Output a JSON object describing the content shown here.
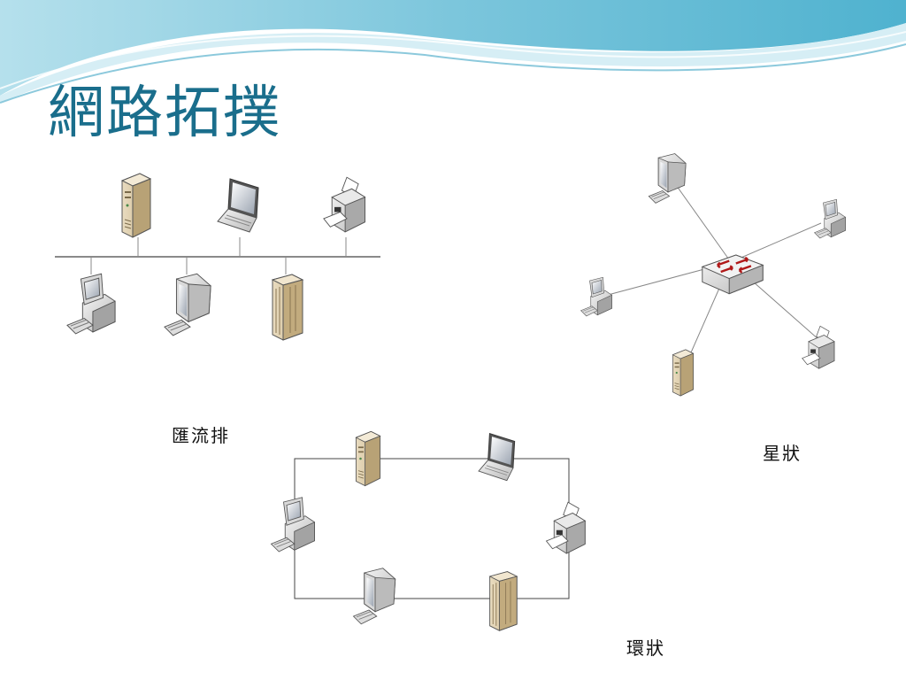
{
  "slide": {
    "title": "網路拓撲"
  },
  "diagrams": {
    "bus": {
      "caption": "匯流排"
    },
    "star": {
      "caption": "星狀"
    },
    "ring": {
      "caption": "環狀"
    }
  },
  "colors": {
    "title": "#1a6e8c",
    "banner_light": "#d9eef4",
    "banner_mid": "#9fd4e3",
    "banner_dark": "#5fb4cf",
    "link": "#8a8a8a"
  },
  "icons": [
    "server-icon",
    "laptop-icon",
    "printer-icon",
    "desktop-icon",
    "crt-monitor-icon",
    "tower-server-icon",
    "switch-icon"
  ]
}
